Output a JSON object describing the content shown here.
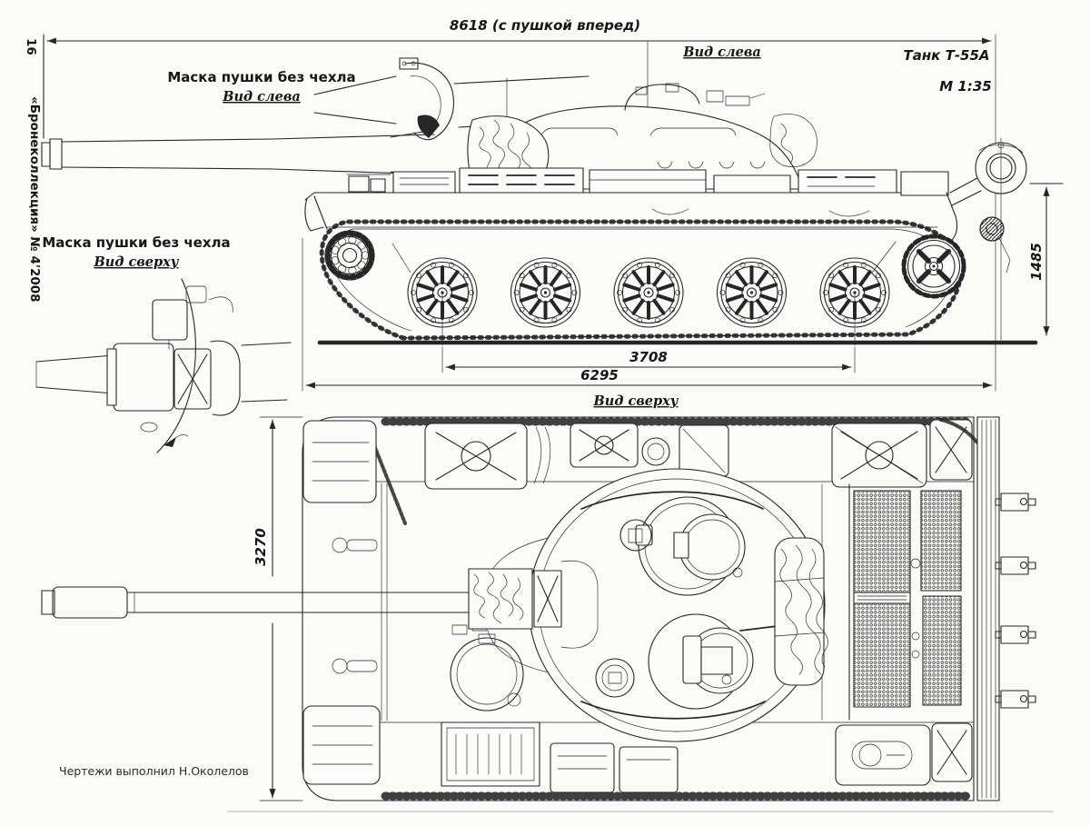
{
  "page": {
    "page_number": "16",
    "magazine": "«Бронеколлекция» № 4'2008",
    "title": "Танк Т-55А",
    "scale": "М 1:35",
    "credit": "Чертежи выполнил Н.Околелов"
  },
  "side_view": {
    "label": "Вид слева",
    "dim_overall_length": "8618 (с пушкой вперед)",
    "dim_height": "1485",
    "dim_track_contact": "3708",
    "dim_hull_length": "6295"
  },
  "top_view": {
    "label": "Вид сверху",
    "dim_width": "3270"
  },
  "mask_side_detail": {
    "title": "Маска пушки без чехла",
    "label": "Вид слева"
  },
  "mask_top_detail": {
    "title": "Маска пушки без чехла",
    "label": "Вид сверху"
  },
  "colors": {
    "ink": "#262626",
    "paper": "#fbfbf9"
  }
}
